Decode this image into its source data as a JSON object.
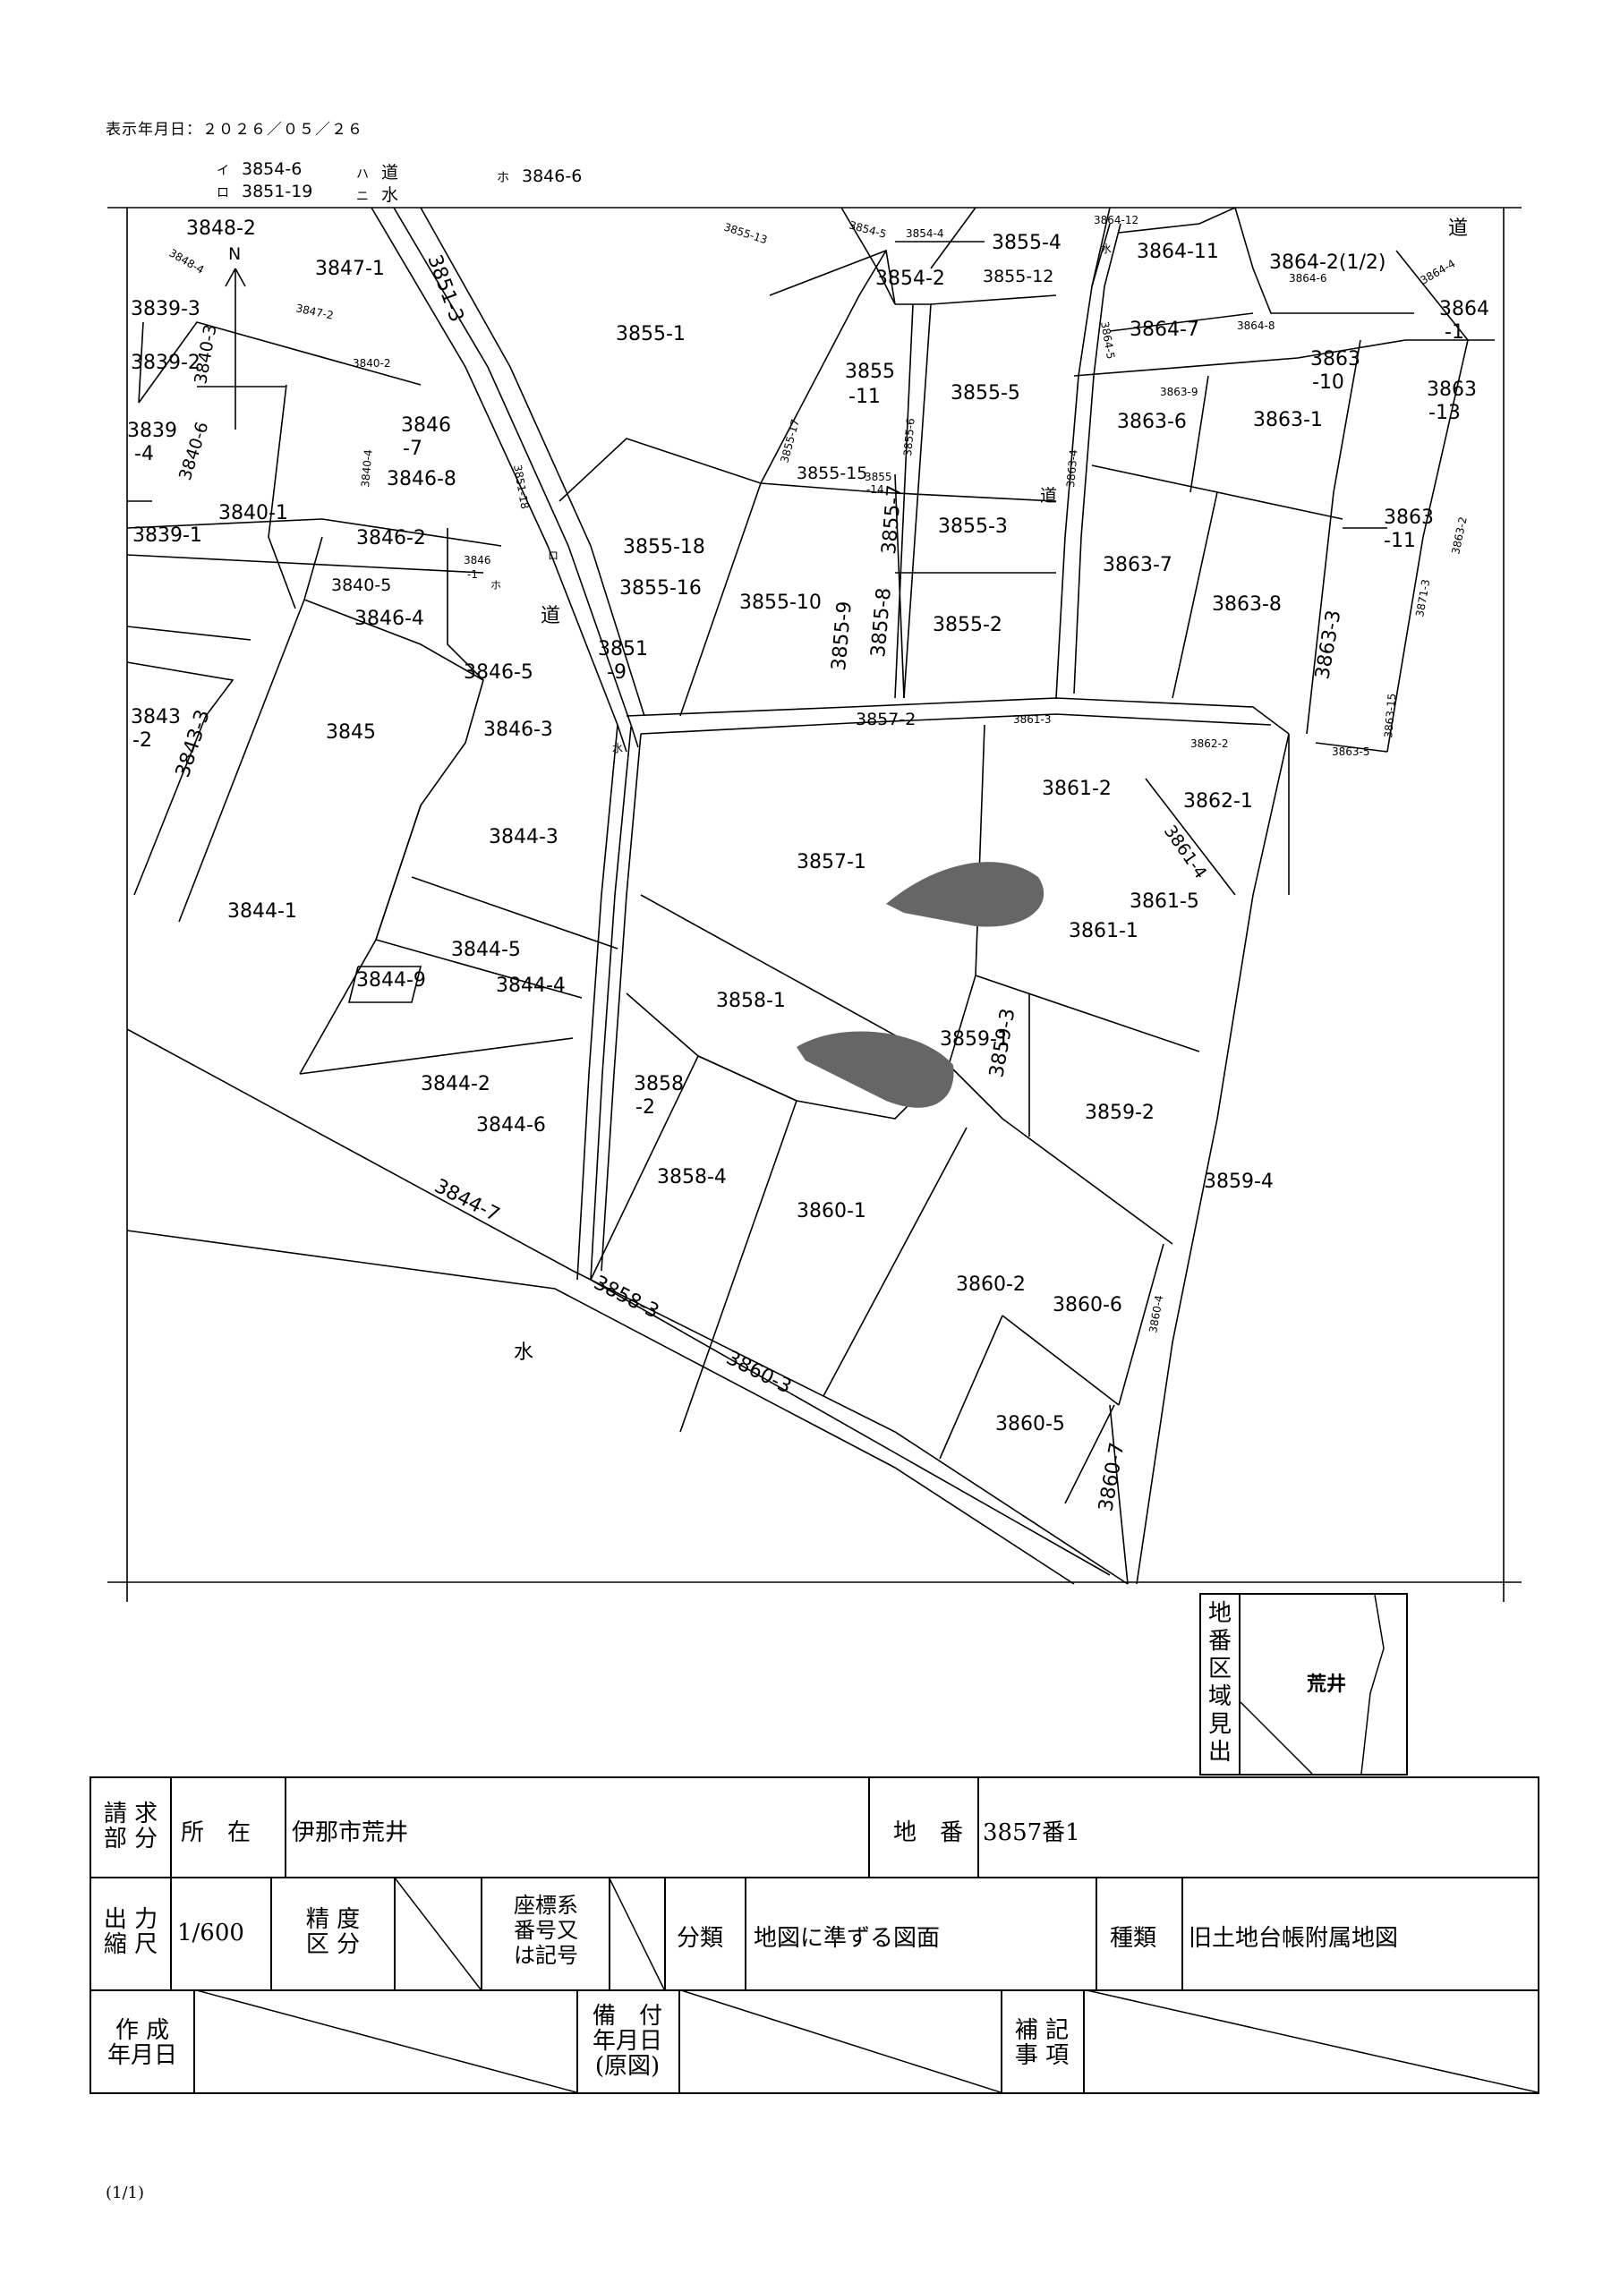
{
  "header": {
    "display_date": "表示年月日：２０２６／０５／２６"
  },
  "legend": [
    {
      "key": "イ",
      "value": "3854-6"
    },
    {
      "key": "ロ",
      "value": "3851-19"
    },
    {
      "key": "ハ",
      "value": "道"
    },
    {
      "key": "ニ",
      "value": "水"
    },
    {
      "key": "ホ",
      "value": "3846-6"
    }
  ],
  "map": {
    "north_mark": "N",
    "lots": [
      "3848-2",
      "3847-1",
      "3851-3",
      "3855-13",
      "3854-5",
      "3854-4",
      "3855-4",
      "3864-12",
      "道",
      "3864-11",
      "3864-2(1/2)",
      "3864-6",
      "3864-4",
      "3864",
      "-1",
      "3848-4",
      "3839-3",
      "3847-2",
      "3855-1",
      "3854-2",
      "3855-12",
      "水",
      "3864-5",
      "3864-7",
      "3864-8",
      "3839-2",
      "3840-3",
      "3840-2",
      "3855",
      "-11",
      "3855-5",
      "3863",
      "-10",
      "3863-9",
      "3863-6",
      "3863-1",
      "3863",
      "-13",
      "3839",
      "-4",
      "3840-6",
      "3846",
      "-7",
      "3855-17",
      "3855-6",
      "3863-4",
      "3840-4",
      "3846-8",
      "3851-18",
      "3855-15",
      "3855",
      "-14",
      "道",
      "3840-1",
      "3839-1",
      "3846-2",
      "3855-7",
      "3855-3",
      "3863-2",
      "3863",
      "-11",
      "3846",
      "-1",
      "ホ",
      "ロ",
      "3855-18",
      "3863-7",
      "3840-5",
      "3855-16",
      "3855-10",
      "3846-4",
      "道",
      "3855-8",
      "3855-9",
      "3855-2",
      "3863-8",
      "3871-3",
      "3863-3",
      "3851",
      "-9",
      "3846-5",
      "3843",
      "-2",
      "3843-3",
      "3863-15",
      "3845",
      "3846-3",
      "3857-2",
      "3861-3",
      "3862-2",
      "水",
      "3863-5",
      "3861-2",
      "3862-1",
      "3844-3",
      "3857-1",
      "3861-4",
      "3844-1",
      "3861-5",
      "3861-1",
      "3844-5",
      "3844-9",
      "3844-4",
      "3858-1",
      "3859-1",
      "3859-3",
      "3844-2",
      "3858",
      "-2",
      "3859-2",
      "3844-6",
      "3858-4",
      "3859-4",
      "3844-7",
      "3860-1",
      "3860-2",
      "3858-3",
      "3860-6",
      "3860-4",
      "水",
      "3860-3",
      "3860-5",
      "3860-7"
    ]
  },
  "area_box": {
    "title": "地番区域見出",
    "name": "荒井"
  },
  "table": {
    "requester_label": "請 求\n部 分",
    "location_label": "所　在",
    "location_value": "伊那市荒井",
    "lot_label": "地　番",
    "lot_value": "3857番1",
    "scale_label": "出 力\n縮 尺",
    "scale_value": "1/600",
    "accuracy_label": "精 度\n区 分",
    "coord_label": "座標系\n番号又\nは記号",
    "category_label": "分類",
    "category_value": "地図に準ずる図面",
    "type_label": "種類",
    "type_value": "旧土地台帳附属地図",
    "created_label": "作 成\n年月日",
    "provided_label": "備　付\n年月日\n(原図)",
    "notes_label": "補 記\n事 項"
  },
  "footer": {
    "page": "(1/1)"
  }
}
